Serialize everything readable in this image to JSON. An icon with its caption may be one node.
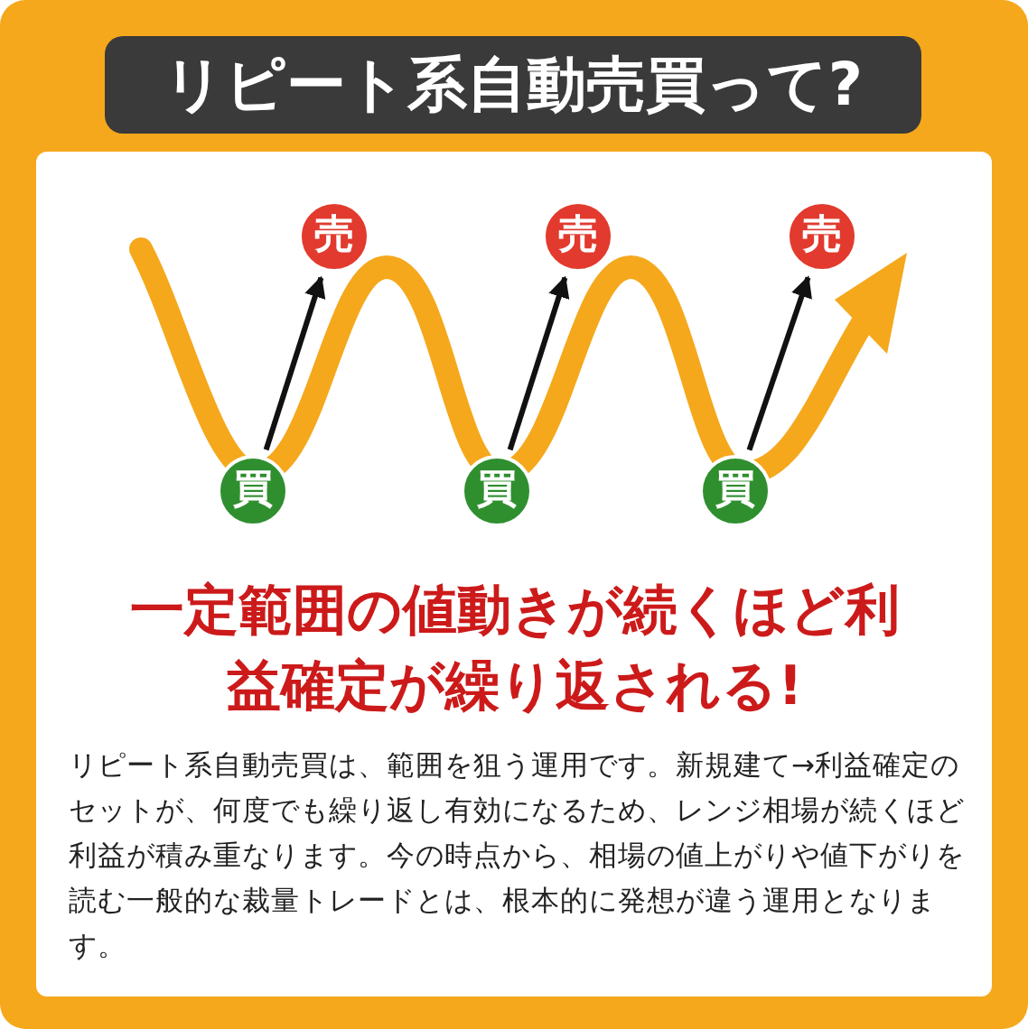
{
  "diagram": {
    "title": "リピート系自動売買って?",
    "nodes": [
      {
        "text": [
          "売"
        ]
      },
      {
        "text": [
          "売"
        ]
      },
      {
        "text": [
          "売"
        ]
      },
      {
        "text": [
          "買"
        ]
      },
      {
        "text": [
          "買"
        ]
      },
      {
        "text": [
          "買"
        ]
      }
    ],
    "edges": [
      {
        "from": 3,
        "to": 0,
        "arrow": "to"
      },
      {
        "from": 4,
        "to": 1,
        "arrow": "to"
      },
      {
        "from": 5,
        "to": 2,
        "arrow": "to"
      }
    ],
    "labels": [
      "一定範囲の値動きが続くほど利益確定が繰り返される!",
      "リピート系自動売買は、範囲を狙う運用です。新規建て→利益確定のセットが、何度でも繰り返し有効になるため、レンジ相場が続くほど利益が積み重なります。今の時点から、相場の値上がりや値下がりを読む一般的な裁量トレードとは、根本的に発想が違う運用となります。"
    ]
  }
}
